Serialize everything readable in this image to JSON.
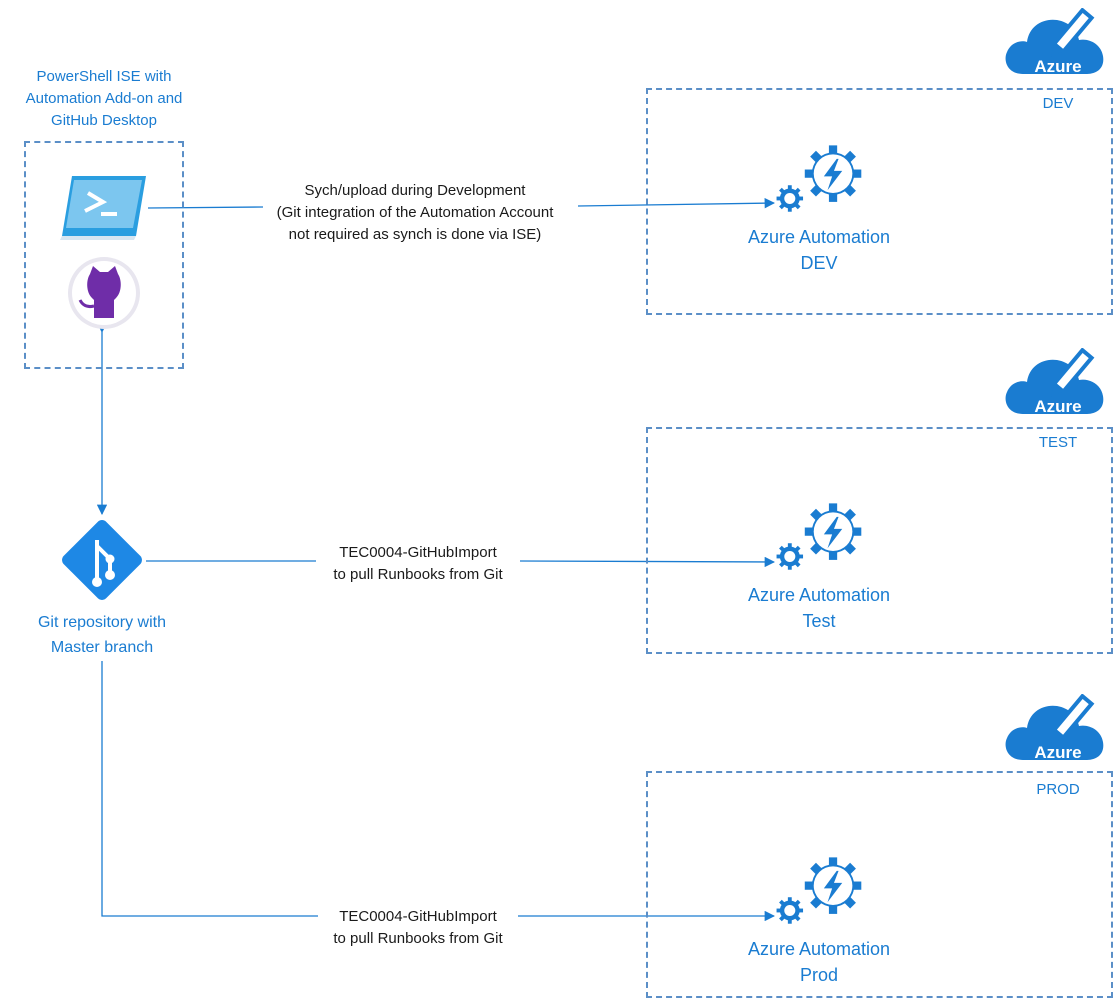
{
  "dev_tools": {
    "label_lines": [
      "PowerShell ISE with",
      "Automation Add-on and",
      "GitHub Desktop"
    ],
    "icons": [
      "powershell-ise-icon",
      "github-desktop-icon"
    ]
  },
  "git_repo": {
    "label_lines": [
      "Git repository with",
      "Master branch"
    ],
    "icon": "git-icon"
  },
  "environments": [
    {
      "name": "DEV",
      "cloud_label": "Azure",
      "service_lines": [
        "Azure Automation",
        "DEV"
      ]
    },
    {
      "name": "TEST",
      "cloud_label": "Azure",
      "service_lines": [
        "Azure Automation",
        "Test"
      ]
    },
    {
      "name": "PROD",
      "cloud_label": "Azure",
      "service_lines": [
        "Azure Automation",
        "Prod"
      ]
    }
  ],
  "connections": [
    {
      "lines": [
        "Sych/upload during Development",
        "(Git integration of the Automation Account",
        "not required as synch is done via ISE)"
      ]
    },
    {
      "lines": [
        "TEC0004-GitHubImport",
        "to pull Runbooks from Git"
      ]
    },
    {
      "lines": [
        "TEC0004-GitHubImport",
        "to pull Runbooks from Git"
      ]
    }
  ],
  "colors": {
    "accent": "#1a7cd1",
    "azure_cloud": "#1a7cd1",
    "dashed_border": "#5b8fc7",
    "github_purple": "#6f2da8",
    "git_diamond": "#1e88e5"
  }
}
